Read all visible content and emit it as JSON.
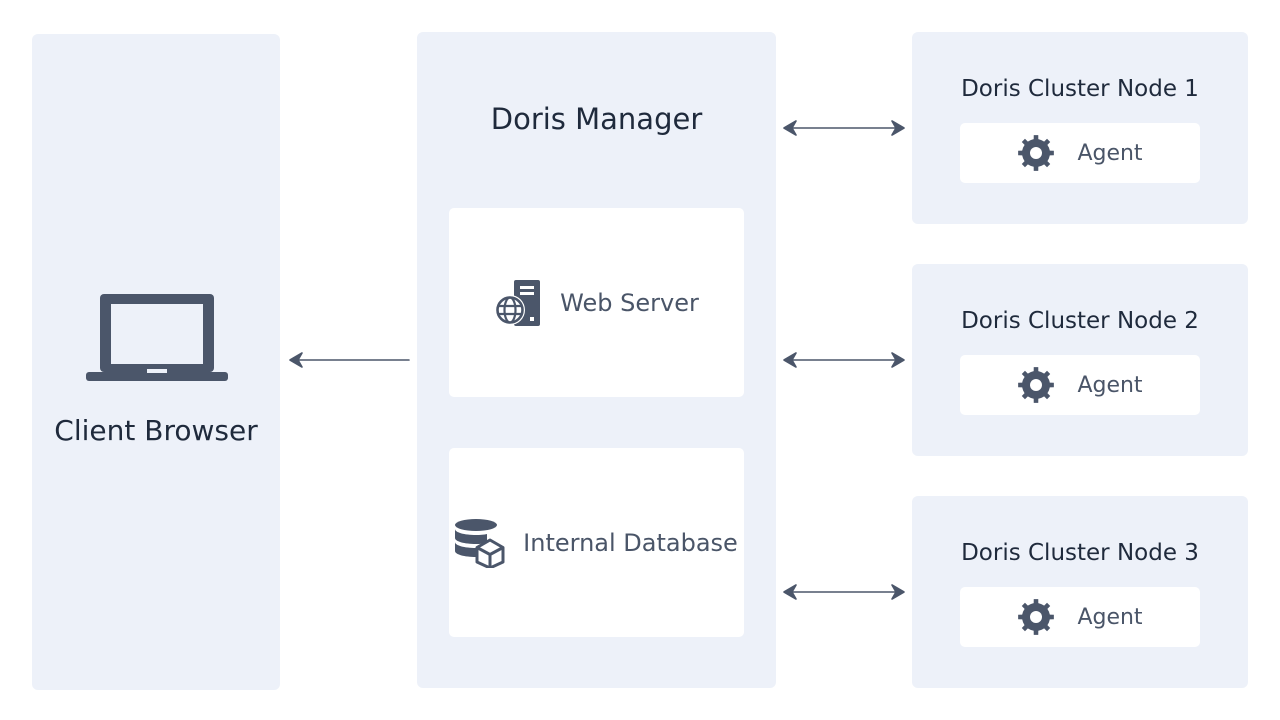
{
  "client": {
    "title": "Client Browser",
    "icon": "laptop-icon"
  },
  "manager": {
    "title": "Doris Manager",
    "web_server": {
      "label": "Web Server",
      "icon": "web-server-icon"
    },
    "internal_db": {
      "label": "Internal Database",
      "icon": "database-icon"
    }
  },
  "nodes": [
    {
      "title": "Doris Cluster Node 1",
      "agent_label": "Agent",
      "icon": "gear-icon"
    },
    {
      "title": "Doris Cluster Node 2",
      "agent_label": "Agent",
      "icon": "gear-icon"
    },
    {
      "title": "Doris Cluster Node 3",
      "agent_label": "Agent",
      "icon": "gear-icon"
    }
  ],
  "colors": {
    "panel": "#edf1f9",
    "card": "#ffffff",
    "icon": "#4b566a",
    "text": "#1f2a3c"
  }
}
